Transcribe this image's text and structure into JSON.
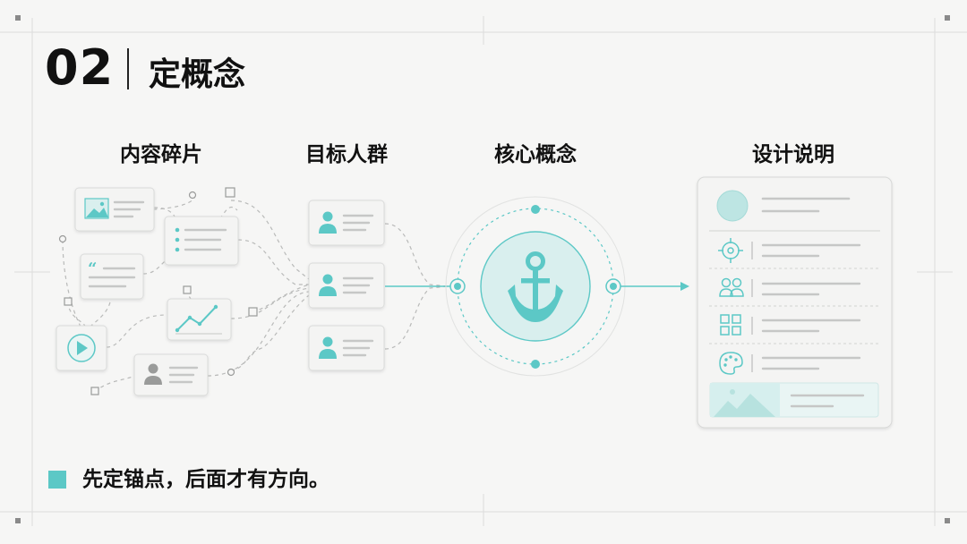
{
  "slide": {
    "number": "02",
    "title": "定概念",
    "footer": "先定锚点，后面才有方向。"
  },
  "columns": {
    "fragments": "内容碎片",
    "audience": "目标人群",
    "core": "核心概念",
    "design": "设计说明"
  },
  "icons": {
    "fragments": [
      "image-icon",
      "list-icon",
      "quote-icon",
      "chart-icon",
      "play-icon",
      "user-icon"
    ],
    "audience": [
      "user-icon",
      "user-icon",
      "user-icon"
    ],
    "core": "anchor-icon",
    "design": [
      "avatar-circle",
      "target-icon",
      "users-icon",
      "grid-icon",
      "palette-icon",
      "landscape-image-icon"
    ]
  },
  "colors": {
    "accent": "#5cc8c6",
    "accent_light": "#d6efee",
    "card_border": "#d9dad9",
    "line": "#c9cac9",
    "background": "#f6f6f5"
  }
}
